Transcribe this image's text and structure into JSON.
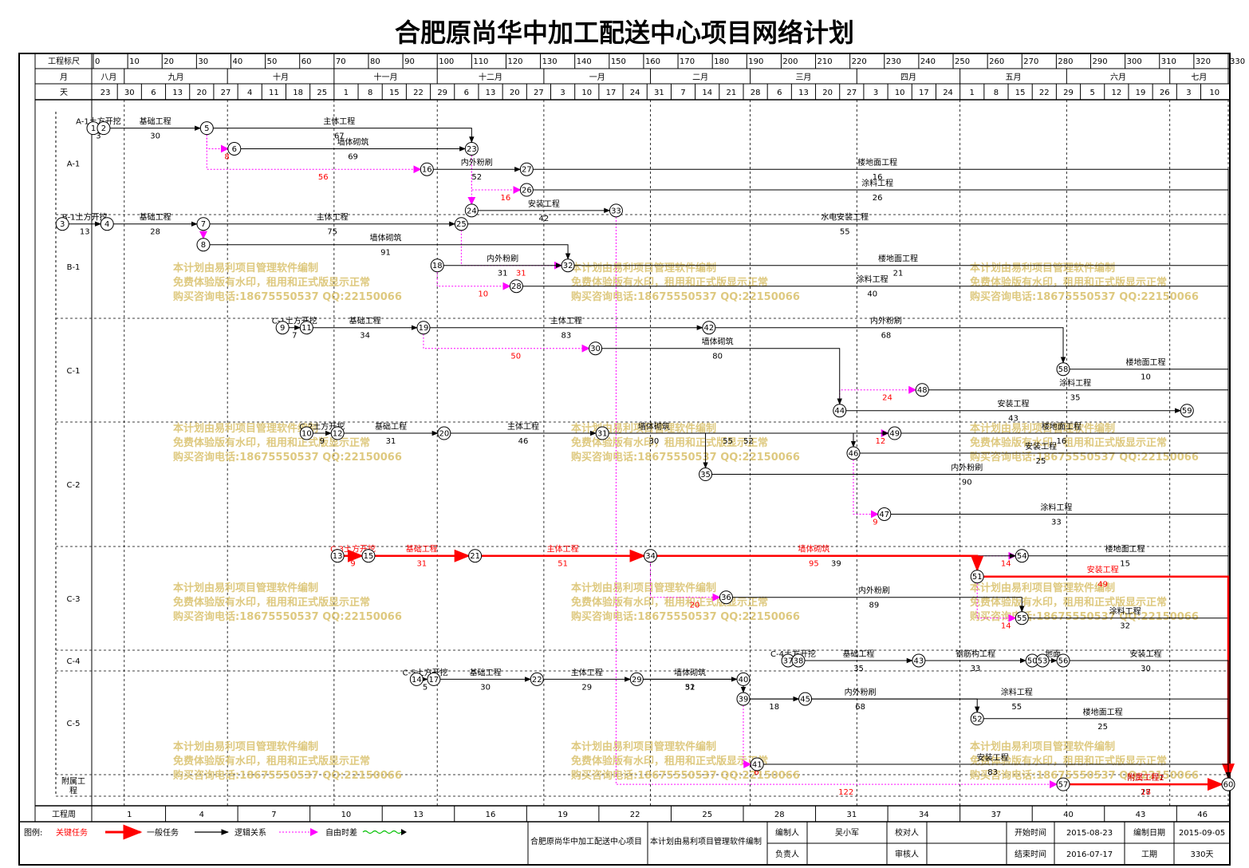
{
  "title": "合肥原尚华中加工配送中心项目网络计划",
  "header": {
    "row_scale": "工程标尺",
    "row_month": "月",
    "row_day": "天",
    "row_week": "工程周"
  },
  "timeline": {
    "scale_ticks": [
      0,
      10,
      20,
      30,
      40,
      50,
      60,
      70,
      80,
      90,
      100,
      110,
      120,
      130,
      140,
      150,
      160,
      170,
      180,
      190,
      200,
      210,
      220,
      230,
      240,
      250,
      260,
      270,
      280,
      290,
      300,
      310,
      320,
      330
    ],
    "months": [
      {
        "label": "八月",
        "start": 0,
        "end": 9
      },
      {
        "label": "九月",
        "start": 9,
        "end": 39
      },
      {
        "label": "十月",
        "start": 39,
        "end": 70
      },
      {
        "label": "十一月",
        "start": 70,
        "end": 100
      },
      {
        "label": "十二月",
        "start": 100,
        "end": 131
      },
      {
        "label": "一月",
        "start": 131,
        "end": 162
      },
      {
        "label": "二月",
        "start": 162,
        "end": 191
      },
      {
        "label": "三月",
        "start": 191,
        "end": 222
      },
      {
        "label": "四月",
        "start": 222,
        "end": 252
      },
      {
        "label": "五月",
        "start": 252,
        "end": 283
      },
      {
        "label": "六月",
        "start": 283,
        "end": 313
      },
      {
        "label": "七月",
        "start": 313,
        "end": 330
      }
    ],
    "days": [
      {
        "label": "23",
        "at": 0
      },
      {
        "label": "30",
        "at": 7
      },
      {
        "label": "6",
        "at": 14
      },
      {
        "label": "13",
        "at": 21
      },
      {
        "label": "20",
        "at": 28
      },
      {
        "label": "27",
        "at": 35
      },
      {
        "label": "4",
        "at": 42
      },
      {
        "label": "11",
        "at": 49
      },
      {
        "label": "18",
        "at": 56
      },
      {
        "label": "25",
        "at": 63
      },
      {
        "label": "1",
        "at": 70
      },
      {
        "label": "8",
        "at": 77
      },
      {
        "label": "15",
        "at": 84
      },
      {
        "label": "22",
        "at": 91
      },
      {
        "label": "29",
        "at": 98
      },
      {
        "label": "6",
        "at": 105
      },
      {
        "label": "13",
        "at": 112
      },
      {
        "label": "20",
        "at": 119
      },
      {
        "label": "27",
        "at": 126
      },
      {
        "label": "3",
        "at": 133
      },
      {
        "label": "10",
        "at": 140
      },
      {
        "label": "17",
        "at": 147
      },
      {
        "label": "24",
        "at": 154
      },
      {
        "label": "31",
        "at": 161
      },
      {
        "label": "7",
        "at": 168
      },
      {
        "label": "14",
        "at": 175
      },
      {
        "label": "21",
        "at": 182
      },
      {
        "label": "28",
        "at": 189
      },
      {
        "label": "6",
        "at": 196
      },
      {
        "label": "13",
        "at": 203
      },
      {
        "label": "20",
        "at": 210
      },
      {
        "label": "27",
        "at": 217
      },
      {
        "label": "3",
        "at": 224
      },
      {
        "label": "10",
        "at": 231
      },
      {
        "label": "17",
        "at": 238
      },
      {
        "label": "24",
        "at": 245
      },
      {
        "label": "1",
        "at": 252
      },
      {
        "label": "8",
        "at": 259
      },
      {
        "label": "15",
        "at": 266
      },
      {
        "label": "22",
        "at": 273
      },
      {
        "label": "29",
        "at": 280
      },
      {
        "label": "5",
        "at": 287
      },
      {
        "label": "12",
        "at": 294
      },
      {
        "label": "19",
        "at": 301
      },
      {
        "label": "26",
        "at": 308
      },
      {
        "label": "3",
        "at": 315
      },
      {
        "label": "10",
        "at": 322
      }
    ],
    "weeks": [
      {
        "label": "1",
        "at": 0
      },
      {
        "label": "4",
        "at": 21
      },
      {
        "label": "7",
        "at": 42
      },
      {
        "label": "10",
        "at": 63
      },
      {
        "label": "13",
        "at": 84
      },
      {
        "label": "16",
        "at": 105
      },
      {
        "label": "19",
        "at": 126
      },
      {
        "label": "22",
        "at": 147
      },
      {
        "label": "25",
        "at": 168
      },
      {
        "label": "28",
        "at": 189
      },
      {
        "label": "31",
        "at": 210
      },
      {
        "label": "34",
        "at": 231
      },
      {
        "label": "37",
        "at": 252
      },
      {
        "label": "40",
        "at": 273
      },
      {
        "label": "43",
        "at": 294
      },
      {
        "label": "46",
        "at": 315
      }
    ]
  },
  "lanes": [
    {
      "label": "A-1"
    },
    {
      "label": "B-1"
    },
    {
      "label": "C-1"
    },
    {
      "label": "C-2"
    },
    {
      "label": "C-3"
    },
    {
      "label": "C-4"
    },
    {
      "label": "C-5"
    },
    {
      "label": "附属工程"
    }
  ],
  "nodes": [
    {
      "id": "1",
      "t": 0,
      "lane": 0,
      "row": 0.16
    },
    {
      "id": "2",
      "t": 3,
      "lane": 0,
      "row": 0.16
    },
    {
      "id": "5",
      "t": 33,
      "lane": 0,
      "row": 0.16
    },
    {
      "id": "6",
      "t": 41,
      "lane": 0,
      "row": 0.36
    },
    {
      "id": "23",
      "t": 110,
      "lane": 0,
      "row": 0.36
    },
    {
      "id": "16",
      "t": 97,
      "lane": 0,
      "row": 0.56
    },
    {
      "id": "27",
      "t": 126,
      "lane": 0,
      "row": 0.56
    },
    {
      "id": "26",
      "t": 126,
      "lane": 0,
      "row": 0.76
    },
    {
      "id": "24",
      "t": 110,
      "lane": 0,
      "row": 0.96
    },
    {
      "id": "33",
      "t": 152,
      "lane": 0,
      "row": 0.96
    },
    {
      "id": "3",
      "t": -9,
      "lane": 1,
      "row": 0.09
    },
    {
      "id": "4",
      "t": 4,
      "lane": 1,
      "row": 0.09
    },
    {
      "id": "7",
      "t": 32,
      "lane": 1,
      "row": 0.09
    },
    {
      "id": "8",
      "t": 32,
      "lane": 1,
      "row": 0.29
    },
    {
      "id": "25",
      "t": 107,
      "lane": 1,
      "row": 0.09
    },
    {
      "id": "18",
      "t": 100,
      "lane": 1,
      "row": 0.49
    },
    {
      "id": "32",
      "t": 138,
      "lane": 1,
      "row": 0.49
    },
    {
      "id": "28",
      "t": 123,
      "lane": 1,
      "row": 0.69
    },
    {
      "id": "9",
      "t": 55,
      "lane": 2,
      "row": 0.09
    },
    {
      "id": "11",
      "t": 62,
      "lane": 2,
      "row": 0.09
    },
    {
      "id": "19",
      "t": 96,
      "lane": 2,
      "row": 0.09
    },
    {
      "id": "42",
      "t": 179,
      "lane": 2,
      "row": 0.09
    },
    {
      "id": "30",
      "t": 146,
      "lane": 2,
      "row": 0.29
    },
    {
      "id": "58",
      "t": 282,
      "lane": 2,
      "row": 0.49
    },
    {
      "id": "48",
      "t": 241,
      "lane": 2,
      "row": 0.69
    },
    {
      "id": "44",
      "t": 217,
      "lane": 2,
      "row": 0.89
    },
    {
      "id": "59",
      "t": 318,
      "lane": 2,
      "row": 0.89
    },
    {
      "id": "10",
      "t": 62,
      "lane": 3,
      "row": 0.09
    },
    {
      "id": "12",
      "t": 71,
      "lane": 3,
      "row": 0.09
    },
    {
      "id": "20",
      "t": 102,
      "lane": 3,
      "row": 0.09
    },
    {
      "id": "31",
      "t": 148,
      "lane": 3,
      "row": 0.09
    },
    {
      "id": "49",
      "t": 233,
      "lane": 3,
      "row": 0.09
    },
    {
      "id": "46",
      "t": 221,
      "lane": 3,
      "row": 0.25
    },
    {
      "id": "35",
      "t": 178,
      "lane": 3,
      "row": 0.42
    },
    {
      "id": "47",
      "t": 230,
      "lane": 3,
      "row": 0.74
    },
    {
      "id": "13",
      "t": 71,
      "lane": 4,
      "row": 0.09
    },
    {
      "id": "15",
      "t": 80,
      "lane": 4,
      "row": 0.09
    },
    {
      "id": "21",
      "t": 111,
      "lane": 4,
      "row": 0.09
    },
    {
      "id": "34",
      "t": 162,
      "lane": 4,
      "row": 0.09
    },
    {
      "id": "54",
      "t": 270,
      "lane": 4,
      "row": 0.09
    },
    {
      "id": "51",
      "t": 257,
      "lane": 4,
      "row": 0.29
    },
    {
      "id": "36",
      "t": 184,
      "lane": 4,
      "row": 0.49
    },
    {
      "id": "55",
      "t": 270,
      "lane": 4,
      "row": 0.69
    },
    {
      "id": "37",
      "t": 202,
      "lane": 5,
      "row": 0.5
    },
    {
      "id": "38",
      "t": 205,
      "lane": 5,
      "row": 0.5
    },
    {
      "id": "43",
      "t": 240,
      "lane": 5,
      "row": 0.5
    },
    {
      "id": "50",
      "t": 273,
      "lane": 5,
      "row": 0.5
    },
    {
      "id": "53",
      "t": 276,
      "lane": 5,
      "row": 0.5
    },
    {
      "id": "56",
      "t": 282,
      "lane": 5,
      "row": 0.5
    },
    {
      "id": "14",
      "t": 94,
      "lane": 6,
      "row": 0.08
    },
    {
      "id": "17",
      "t": 99,
      "lane": 6,
      "row": 0.08
    },
    {
      "id": "22",
      "t": 129,
      "lane": 6,
      "row": 0.08
    },
    {
      "id": "29",
      "t": 158,
      "lane": 6,
      "row": 0.08
    },
    {
      "id": "40",
      "t": 189,
      "lane": 6,
      "row": 0.08
    },
    {
      "id": "39",
      "t": 189,
      "lane": 6,
      "row": 0.27
    },
    {
      "id": "45",
      "t": 207,
      "lane": 6,
      "row": 0.27
    },
    {
      "id": "52",
      "t": 257,
      "lane": 6,
      "row": 0.46
    },
    {
      "id": "41",
      "t": 193,
      "lane": 6,
      "row": 0.9
    },
    {
      "id": "57",
      "t": 282,
      "lane": 7,
      "row": 0.45
    },
    {
      "id": "60",
      "t": 330,
      "lane": 7,
      "row": 0.45
    }
  ],
  "activities": [
    {
      "from": "1",
      "to": "2",
      "kind": "normal",
      "name": "A-1土方开挖",
      "dur": "3"
    },
    {
      "from": "2",
      "to": "5",
      "kind": "normal",
      "name": "基础工程",
      "dur": "30"
    },
    {
      "from": "5",
      "to": "23",
      "kind": "normal",
      "name": "主体工程",
      "dur": "67"
    },
    {
      "from": "6",
      "to": "23",
      "kind": "normal",
      "name": "墙体砌筑",
      "dur": "69"
    },
    {
      "from": "16",
      "to": "27",
      "kind": "normal",
      "name": "内外粉刷",
      "dur": "52"
    },
    {
      "from": "27",
      "to": "60",
      "kind": "normal",
      "name": "楼地面工程",
      "dur": "16"
    },
    {
      "from": "26",
      "to": "60",
      "kind": "normal",
      "name": "涂料工程",
      "dur": "26"
    },
    {
      "from": "24",
      "to": "33",
      "kind": "normal",
      "name": "安装工程",
      "dur": "42"
    },
    {
      "from": "3",
      "to": "4",
      "kind": "normal",
      "name": "B-1土方开挖",
      "dur": "13"
    },
    {
      "from": "4",
      "to": "7",
      "kind": "normal",
      "name": "基础工程",
      "dur": "28"
    },
    {
      "from": "7",
      "to": "25",
      "kind": "normal",
      "name": "主体工程",
      "dur": "75"
    },
    {
      "from": "8",
      "to": "32",
      "kind": "normal",
      "name": "墙体砌筑",
      "dur": "91"
    },
    {
      "from": "18",
      "to": "32",
      "kind": "normal",
      "name": "内外粉刷",
      "dur": "31"
    },
    {
      "from": "32",
      "to": "60",
      "kind": "normal",
      "name": "楼地面工程",
      "dur": "21"
    },
    {
      "from": "28",
      "to": "60",
      "kind": "normal",
      "name": "涂料工程",
      "dur": "40"
    },
    {
      "from": "25",
      "to": "60",
      "kind": "normal",
      "name": "水电安装工程",
      "dur": "55"
    },
    {
      "from": "9",
      "to": "11",
      "kind": "normal",
      "name": "C-1土方开挖",
      "dur": "7"
    },
    {
      "from": "11",
      "to": "19",
      "kind": "normal",
      "name": "基础工程",
      "dur": "34"
    },
    {
      "from": "19",
      "to": "42",
      "kind": "normal",
      "name": "主体工程",
      "dur": "83"
    },
    {
      "from": "30",
      "to": "44",
      "kind": "normal",
      "name": "墙体砌筑",
      "dur": "80"
    },
    {
      "from": "42",
      "to": "58",
      "kind": "normal",
      "name": "内外粉刷",
      "dur": "68"
    },
    {
      "from": "58",
      "to": "60",
      "kind": "normal",
      "name": "楼地面工程",
      "dur": "10"
    },
    {
      "from": "48",
      "to": "60",
      "kind": "normal",
      "name": "涂料工程",
      "dur": "35"
    },
    {
      "from": "44",
      "to": "59",
      "kind": "normal",
      "name": "安装工程",
      "dur": "43"
    },
    {
      "from": "10",
      "to": "12",
      "kind": "normal",
      "name": "C-2土方开挖",
      "dur": "9"
    },
    {
      "from": "12",
      "to": "20",
      "kind": "normal",
      "name": "基础工程",
      "dur": "31"
    },
    {
      "from": "20",
      "to": "31",
      "kind": "normal",
      "name": "主体工程",
      "dur": "46"
    },
    {
      "from": "31",
      "to": "49",
      "kind": "normal",
      "name": "",
      "dur": "52"
    },
    {
      "from": "31",
      "to": "46",
      "kind": "normal",
      "name": "",
      "dur": "55"
    },
    {
      "from": "31",
      "to": "35",
      "kind": "normal",
      "name": "墙体砌筑",
      "dur": "30"
    },
    {
      "from": "35",
      "to": "60",
      "kind": "normal",
      "name": "内外粉刷",
      "dur": "90"
    },
    {
      "from": "49",
      "to": "60",
      "kind": "normal",
      "name": "楼地面工程",
      "dur": "16"
    },
    {
      "from": "47",
      "to": "60",
      "kind": "normal",
      "name": "涂料工程",
      "dur": "33"
    },
    {
      "from": "46",
      "to": "60",
      "kind": "normal",
      "name": "安装工程",
      "dur": "25"
    },
    {
      "from": "13",
      "to": "15",
      "kind": "critical",
      "name": "C-3土方开挖",
      "dur": "9"
    },
    {
      "from": "15",
      "to": "21",
      "kind": "critical",
      "name": "基础工程",
      "dur": "31"
    },
    {
      "from": "21",
      "to": "34",
      "kind": "critical",
      "name": "主体工程",
      "dur": "51"
    },
    {
      "from": "34",
      "to": "54",
      "kind": "normal",
      "name": "",
      "dur": "39"
    },
    {
      "from": "34",
      "to": "51",
      "kind": "critical",
      "name": "墙体砌筑",
      "dur": "95"
    },
    {
      "from": "36",
      "to": "55",
      "kind": "normal",
      "name": "内外粉刷",
      "dur": "89"
    },
    {
      "from": "54",
      "to": "60",
      "kind": "normal",
      "name": "楼地面工程",
      "dur": "15"
    },
    {
      "from": "55",
      "to": "60",
      "kind": "normal",
      "name": "涂料工程",
      "dur": "32"
    },
    {
      "from": "51",
      "to": "60",
      "kind": "critical",
      "name": "安装工程",
      "dur": "49"
    },
    {
      "from": "37",
      "to": "38",
      "kind": "normal",
      "name": "C-4土方开挖",
      "dur": ""
    },
    {
      "from": "38",
      "to": "43",
      "kind": "normal",
      "name": "基础工程",
      "dur": "35"
    },
    {
      "from": "43",
      "to": "50",
      "kind": "normal",
      "name": "钢筋构工程",
      "dur": "33"
    },
    {
      "from": "53",
      "to": "56",
      "kind": "normal",
      "name": "地面",
      "dur": ""
    },
    {
      "from": "56",
      "to": "60",
      "kind": "normal",
      "name": "安装工程",
      "dur": "30"
    },
    {
      "from": "14",
      "to": "17",
      "kind": "normal",
      "name": "C-5土方开挖",
      "dur": "5"
    },
    {
      "from": "17",
      "to": "22",
      "kind": "normal",
      "name": "基础工程",
      "dur": "30"
    },
    {
      "from": "22",
      "to": "29",
      "kind": "normal",
      "name": "主体工程",
      "dur": "29"
    },
    {
      "from": "29",
      "to": "40",
      "kind": "normal",
      "name": "",
      "dur": "31"
    },
    {
      "from": "29",
      "to": "39",
      "kind": "normal",
      "name": "墙体砌筑",
      "dur": "52"
    },
    {
      "from": "39",
      "to": "45",
      "kind": "normal",
      "name": "",
      "dur": "18"
    },
    {
      "from": "39",
      "to": "52",
      "kind": "normal",
      "name": "内外粉刷",
      "dur": "68"
    },
    {
      "from": "52",
      "to": "60",
      "kind": "normal",
      "name": "楼地面工程",
      "dur": "25"
    },
    {
      "from": "45",
      "to": "60",
      "kind": "normal",
      "name": "涂料工程",
      "dur": "55"
    },
    {
      "from": "41",
      "to": "60",
      "kind": "normal",
      "name": "安装工程",
      "dur": "83"
    },
    {
      "from": "57",
      "to": "60",
      "kind": "normal",
      "name": "附属工程1",
      "dur": "27"
    },
    {
      "from": "57",
      "to": "60",
      "kind": "critical",
      "name": "附属工程2",
      "dur": "18"
    }
  ],
  "links": [
    {
      "from": "5",
      "to": "6",
      "dur": "8"
    },
    {
      "from": "5",
      "to": "16",
      "dur": "56"
    },
    {
      "from": "23",
      "to": "26",
      "dur": "16"
    },
    {
      "from": "23",
      "to": "24",
      "dur": ""
    },
    {
      "from": "33",
      "to": "57",
      "dur": "122"
    },
    {
      "from": "7",
      "to": "8",
      "dur": ""
    },
    {
      "from": "25",
      "to": "32",
      "dur": "31"
    },
    {
      "from": "18",
      "to": "28",
      "dur": "10"
    },
    {
      "from": "19",
      "to": "30",
      "dur": "50"
    },
    {
      "from": "44",
      "to": "48",
      "dur": "24"
    },
    {
      "from": "46",
      "to": "49",
      "dur": "12"
    },
    {
      "from": "46",
      "to": "47",
      "dur": "9"
    },
    {
      "from": "34",
      "to": "36",
      "dur": "20"
    },
    {
      "from": "51",
      "to": "54",
      "dur": "14"
    },
    {
      "from": "51",
      "to": "55",
      "dur": "14"
    },
    {
      "from": "50",
      "to": "53",
      "dur": ""
    },
    {
      "from": "39",
      "to": "41",
      "dur": "6"
    }
  ],
  "watermark": {
    "lines": [
      "本计划由易利项目管理软件编制",
      "免费体验版有水印，租用和正式版显示正常",
      "购买咨询电话:18675550537 QQ:22150066"
    ]
  },
  "legend": {
    "label": "图例:",
    "items": [
      {
        "label": "关键任务",
        "kind": "critical"
      },
      {
        "label": "一般任务",
        "kind": "normal"
      },
      {
        "label": "逻辑关系",
        "kind": "link"
      },
      {
        "label": "自由时差",
        "kind": "float"
      }
    ]
  },
  "footer": {
    "project_name": "合肥原尚华中加工配送中心项目",
    "software": "本计划由易利项目管理软件编制",
    "compiler_label": "编制人",
    "compiler": "吴小军",
    "checker_label": "校对人",
    "checker": "",
    "responsible_label": "负责人",
    "responsible": "",
    "reviewer_label": "审核人",
    "reviewer": "",
    "start_label": "开始时间",
    "start_date": "2015-08-23",
    "compile_date_label": "编制日期",
    "compile_date": "2015-09-05",
    "end_label": "结束时间",
    "end_date": "2016-07-17",
    "period_label": "工期",
    "period": "330天"
  },
  "colors": {
    "critical": "#ff0000",
    "normal": "#000000",
    "link": "#ff00ff",
    "float": "#00c000",
    "watermark": "#d9c06a",
    "grid": "#000000"
  }
}
